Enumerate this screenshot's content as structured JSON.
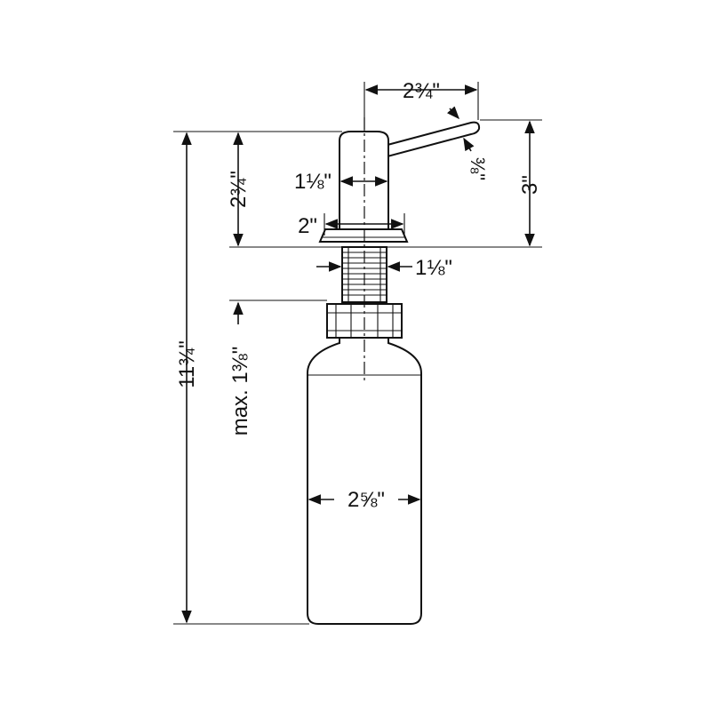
{
  "dimensions": {
    "spout_reach": "2¾\"",
    "spout_tip": "⅜\"",
    "pump_height": "3\"",
    "head_height": "2¾\"",
    "head_width": "1⅛\"",
    "flange_width": "2\"",
    "shank_width": "1⅛\"",
    "total_height": "11¾\"",
    "max_thickness": "max. 1⅜\"",
    "bottle_width": "2⅝\""
  },
  "colors": {
    "line": "#111111",
    "background": "#ffffff"
  }
}
